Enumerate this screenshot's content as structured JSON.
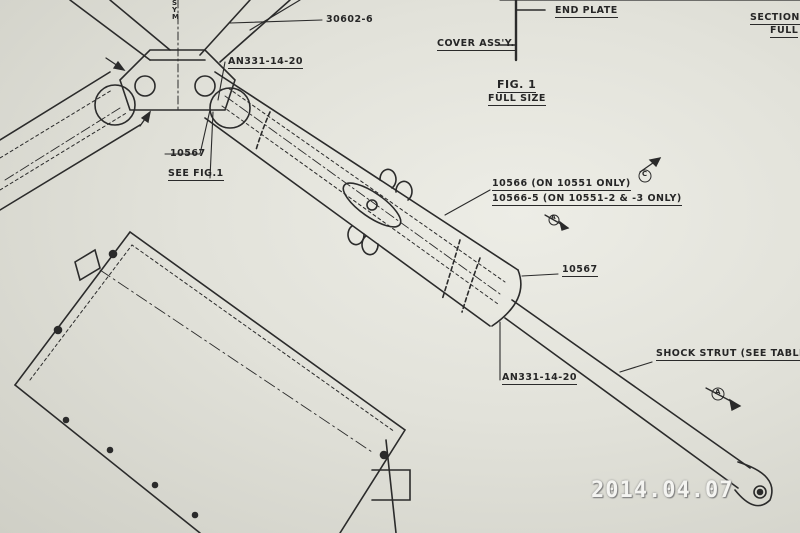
{
  "drawing": {
    "labels": {
      "sym": "SYM",
      "part_30602": "30602-6",
      "end_plate": "END PLATE",
      "section_a": "SECTION",
      "section_b": "FULL",
      "cover_assy": "COVER ASS'Y.",
      "fig_title": "FIG. 1",
      "fig_subtitle": "FULL SIZE",
      "an331_top": "AN331-14-20",
      "part_10567_left": "10567",
      "see_fig": "SEE FIG.1",
      "part_10566": "10566 (ON 10551 ONLY)",
      "part_10566_5": "10566-5 (ON 10551-2 & -3 ONLY)",
      "part_10567_right": "10567",
      "an331_bottom": "AN331-14-20",
      "shock_strut": "SHOCK STRUT (SEE TABLE)",
      "callout_a_left": "A",
      "callout_a_right": "A",
      "callout_c": "C"
    }
  },
  "camera": {
    "date_stamp": "2014.04.07"
  }
}
